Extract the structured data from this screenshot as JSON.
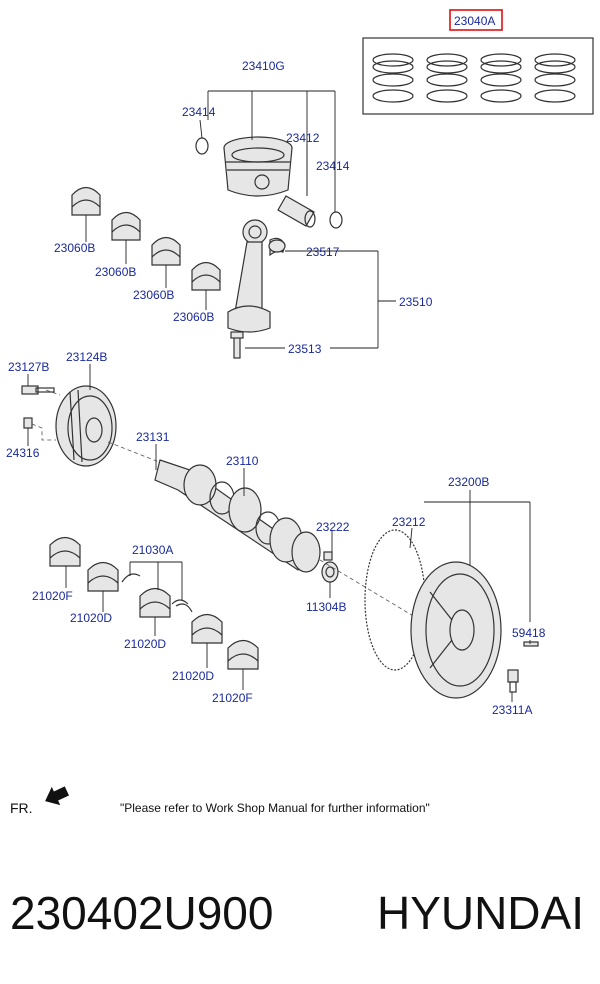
{
  "diagram": {
    "labels": {
      "l_23040A": "23040A",
      "l_23410G": "23410G",
      "l_23414a": "23414",
      "l_23412": "23412",
      "l_23414b": "23414",
      "l_23060B_1": "23060B",
      "l_23060B_2": "23060B",
      "l_23060B_3": "23060B",
      "l_23060B_4": "23060B",
      "l_23517": "23517",
      "l_23510": "23510",
      "l_23513": "23513",
      "l_23127B": "23127B",
      "l_23124B": "23124B",
      "l_24316": "24316",
      "l_23131": "23131",
      "l_23110": "23110",
      "l_23222": "23222",
      "l_11304B": "11304B",
      "l_23200B": "23200B",
      "l_23212": "23212",
      "l_59418": "59418",
      "l_23311A": "23311A",
      "l_21030A": "21030A",
      "l_21020F_1": "21020F",
      "l_21020D_1": "21020D",
      "l_21020D_2": "21020D",
      "l_21020D_3": "21020D",
      "l_21020F_2": "21020F"
    },
    "highlight_part": "23040A",
    "fr_label": "FR.",
    "footer_note": "\"Please refer to Work Shop Manual for further information\""
  },
  "bottom": {
    "part_number": "230402U900",
    "brand": "HYUNDAI"
  },
  "colors": {
    "label_text": "#1a2a9a",
    "highlight": "#e01010"
  }
}
